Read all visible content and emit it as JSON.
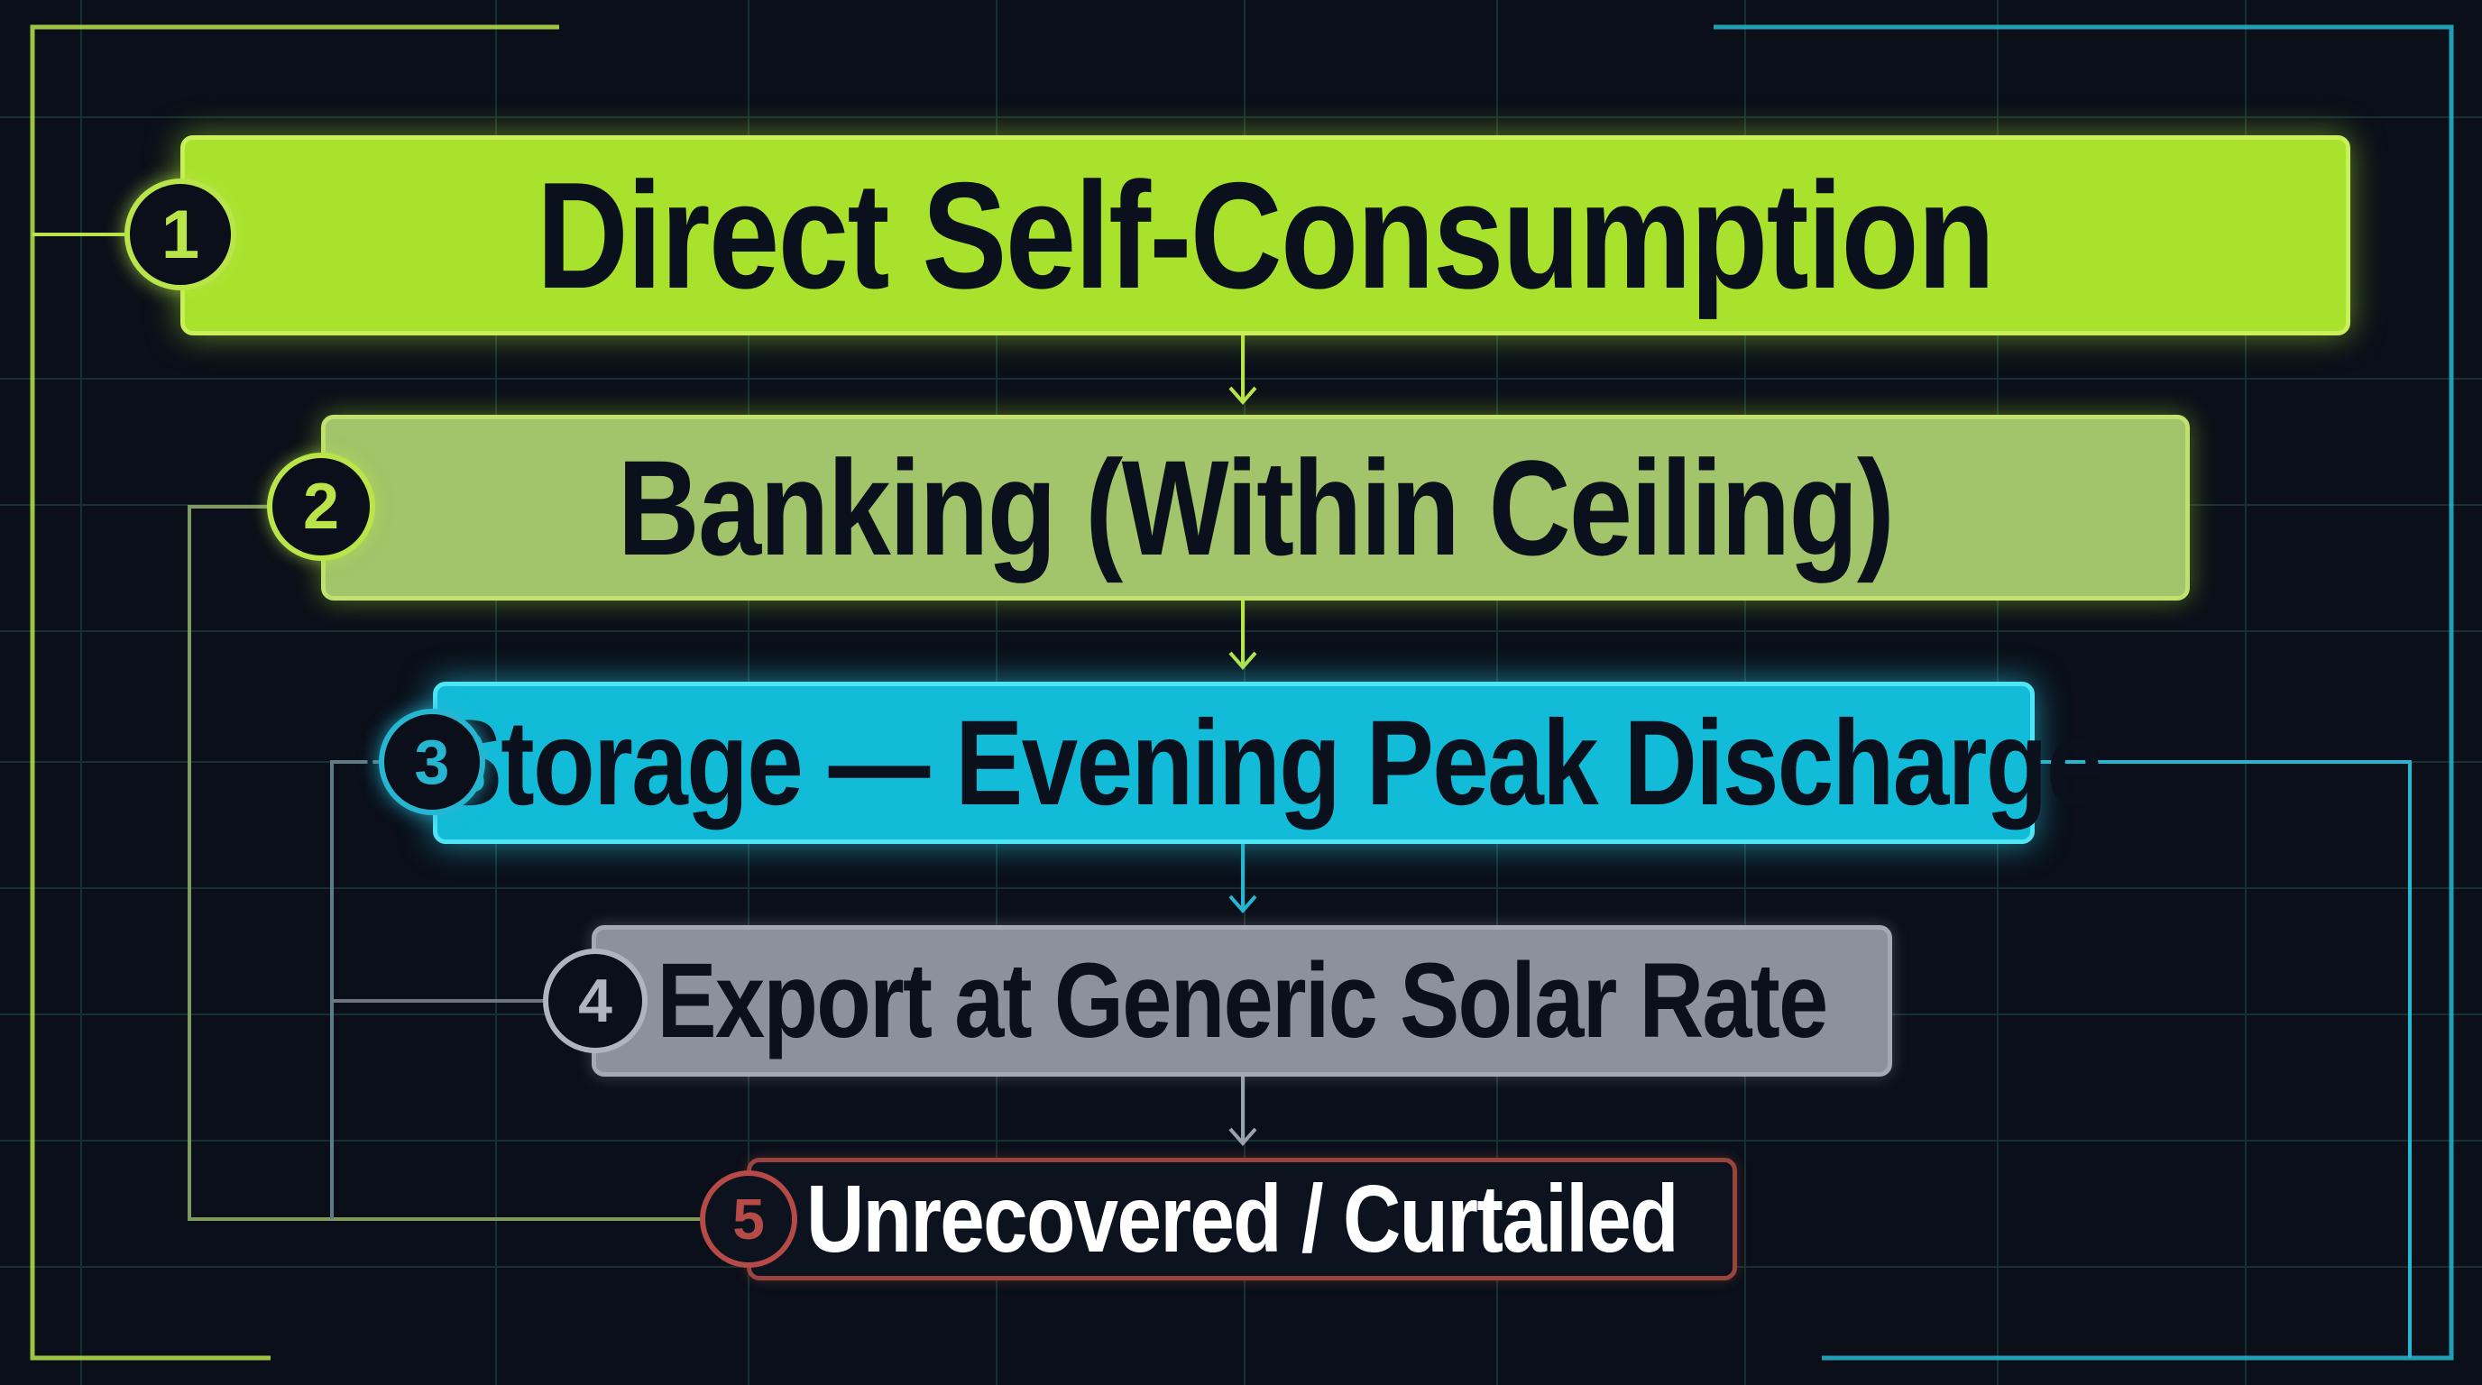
{
  "diagram": {
    "tiers": [
      {
        "number": "1",
        "label": "Direct Self-Consumption",
        "color": "#a8e22c",
        "text_color": "#0b111c"
      },
      {
        "number": "2",
        "label": "Banking (Within Ceiling)",
        "color": "#a2c46a",
        "text_color": "#0b111c"
      },
      {
        "number": "3",
        "label": "Storage — Evening Peak Discharge",
        "color": "#12bcd8",
        "text_color": "#0b111c",
        "icon": "battery-icon"
      },
      {
        "number": "4",
        "label": "Export at Generic Solar Rate",
        "color": "#8b929c",
        "text_color": "#0b111c"
      },
      {
        "number": "5",
        "label": "Unrecovered / Curtailed",
        "color": "#b54a46",
        "text_color": "#ffffff"
      }
    ],
    "colors": {
      "background": "#0a0f19",
      "grid": "#1d3a3a",
      "frame_green": "#b9e54a",
      "frame_cyan": "#27b6d2"
    }
  }
}
